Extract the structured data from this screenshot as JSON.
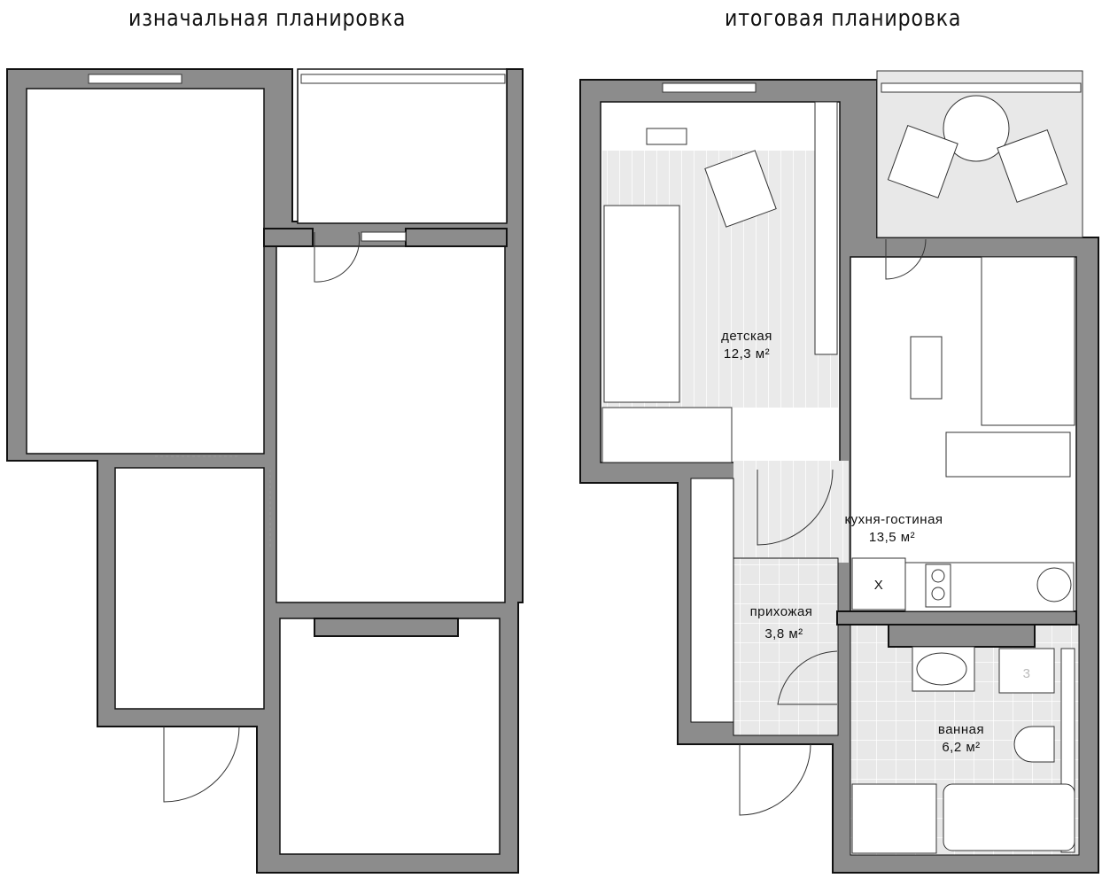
{
  "titles": {
    "original": "изначальная планировка",
    "final": "итоговая планировка"
  },
  "rooms": [
    {
      "name": "детская",
      "area": "12,3 м²"
    },
    {
      "name": "кухня-гостиная",
      "area": "13,5 м²"
    },
    {
      "name": "прихожая",
      "area": "3,8 м²"
    },
    {
      "name": "ванная",
      "area": "6,2 м²"
    }
  ],
  "marks": {
    "fridge": "X",
    "washer": "3"
  },
  "colors": {
    "wall": "#8c8c8c",
    "tile": "#e8e8e8"
  }
}
